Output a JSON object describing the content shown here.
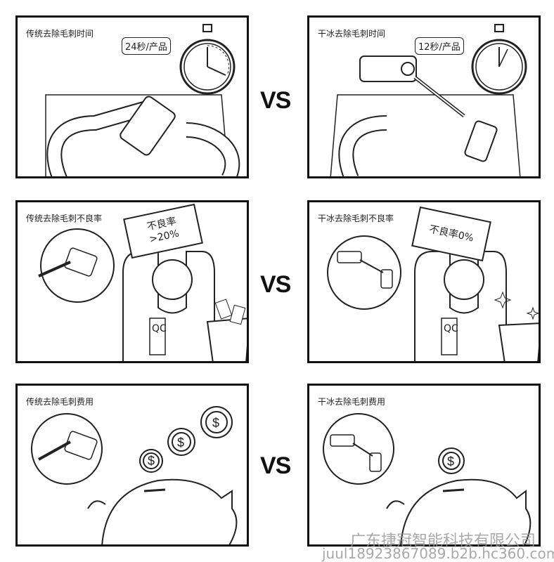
{
  "vs_label": "VS",
  "panels": {
    "time_traditional": {
      "title": "传统去除毛刺时间",
      "bubble": "24秒/产品"
    },
    "time_dryice": {
      "title": "干冰去除毛刺时间",
      "bubble": "12秒/产品"
    },
    "defect_traditional": {
      "title": "传统去除毛刺不良率",
      "sign_line1": "不良率",
      "sign_line2": ">20%",
      "qc": "QC"
    },
    "defect_dryice": {
      "title": "干冰去除毛刺不良率",
      "sign_line1": "不良率0%",
      "qc": "QC"
    },
    "cost_traditional": {
      "title": "传统去除毛刺费用"
    },
    "cost_dryice": {
      "title": "干冰去除毛刺费用"
    }
  },
  "watermark": {
    "company": "广东捷冠智能科技有限公司",
    "url": "juul18923867089.b2b.hc360.com"
  }
}
